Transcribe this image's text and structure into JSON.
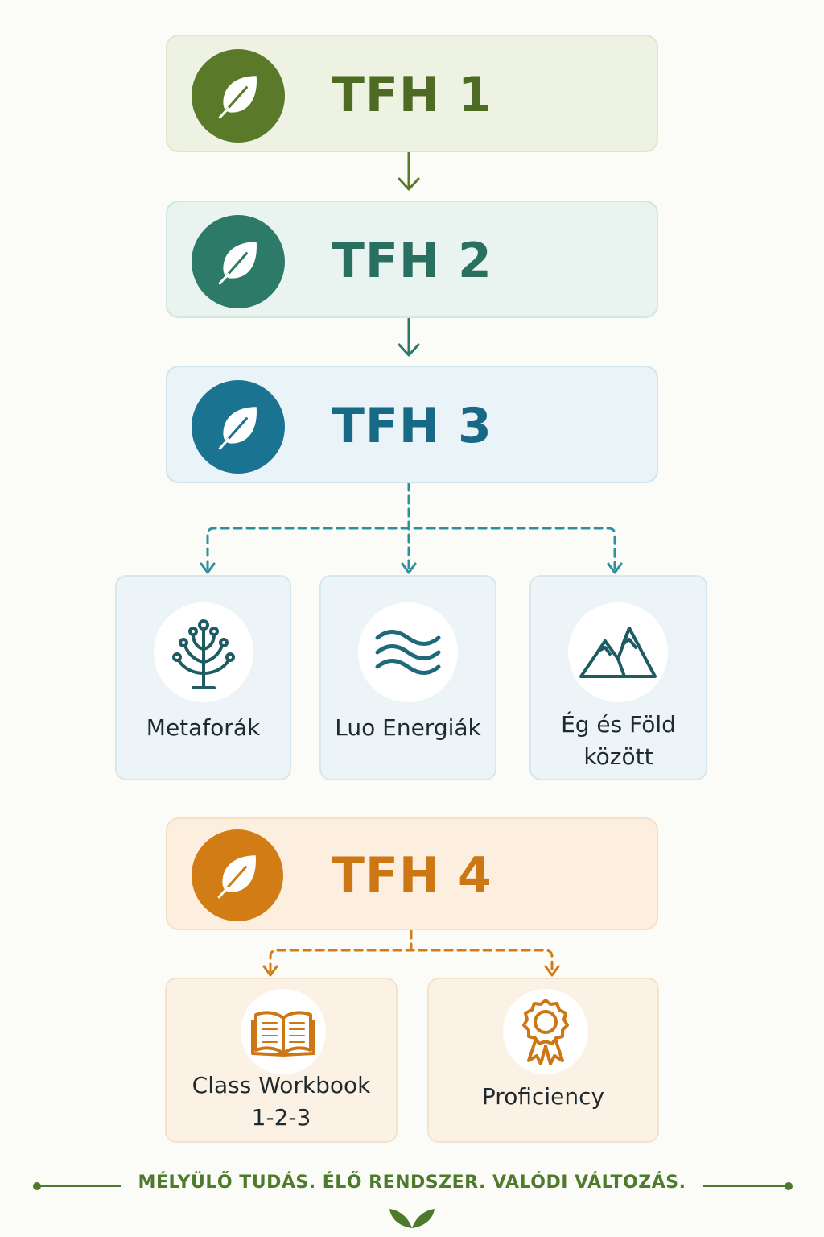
{
  "colors": {
    "tfh1": "#5a7a2a",
    "tfh2": "#2e7a68",
    "tfh3": "#1a7391",
    "tfh4": "#d17c14",
    "connector_blue": "#2e8fa0",
    "footer": "#4e7a2c"
  },
  "levels": [
    {
      "title": "TFH 1",
      "icon": "leaf-icon"
    },
    {
      "title": "TFH 2",
      "icon": "leaf-icon"
    },
    {
      "title": "TFH 3",
      "icon": "leaf-icon"
    },
    {
      "title": "TFH 4",
      "icon": "leaf-icon"
    }
  ],
  "tfh3_branches": [
    {
      "label": "Metaforák",
      "icon": "tree-icon"
    },
    {
      "label": "Luo Energiák",
      "icon": "waves-icon"
    },
    {
      "label_line1": "Ég és Föld",
      "label_line2": "között",
      "icon": "mountain-icon"
    }
  ],
  "tfh4_branches": [
    {
      "label_line1": "Class Workbook",
      "label_line2": "1-2-3",
      "icon": "book-icon"
    },
    {
      "label": "Proficiency",
      "icon": "award-ribbon-icon"
    }
  ],
  "footer": {
    "tagline": "MÉLYÜLŐ TUDÁS. ÉLŐ RENDSZER. VALÓDI VÁLTOZÁS.",
    "icon": "sprout-icon"
  }
}
